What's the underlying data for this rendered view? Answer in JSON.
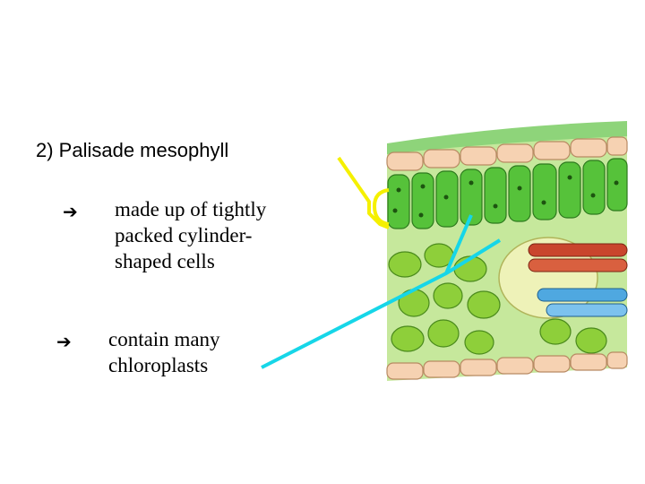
{
  "heading": {
    "number": "2)",
    "title": "Palisade mesophyll",
    "full": "2)  Palisade mesophyll"
  },
  "bullets": [
    {
      "icon": "arrow-right-icon",
      "lines": [
        "made up of tightly",
        "packed cylinder-",
        "shaped cells"
      ]
    },
    {
      "icon": "arrow-right-icon",
      "lines": [
        "contain many",
        "chloroplasts"
      ]
    }
  ],
  "colors": {
    "bracket": "#f5f000",
    "pointer": "#16d6e8",
    "cuticle": "#8ed47a",
    "epidermis": "#f6d2b2",
    "palisade": "#56c23a",
    "spongy": "#8ecf3a",
    "xylem": "#c9452d",
    "phloem": "#4fa8e0"
  }
}
